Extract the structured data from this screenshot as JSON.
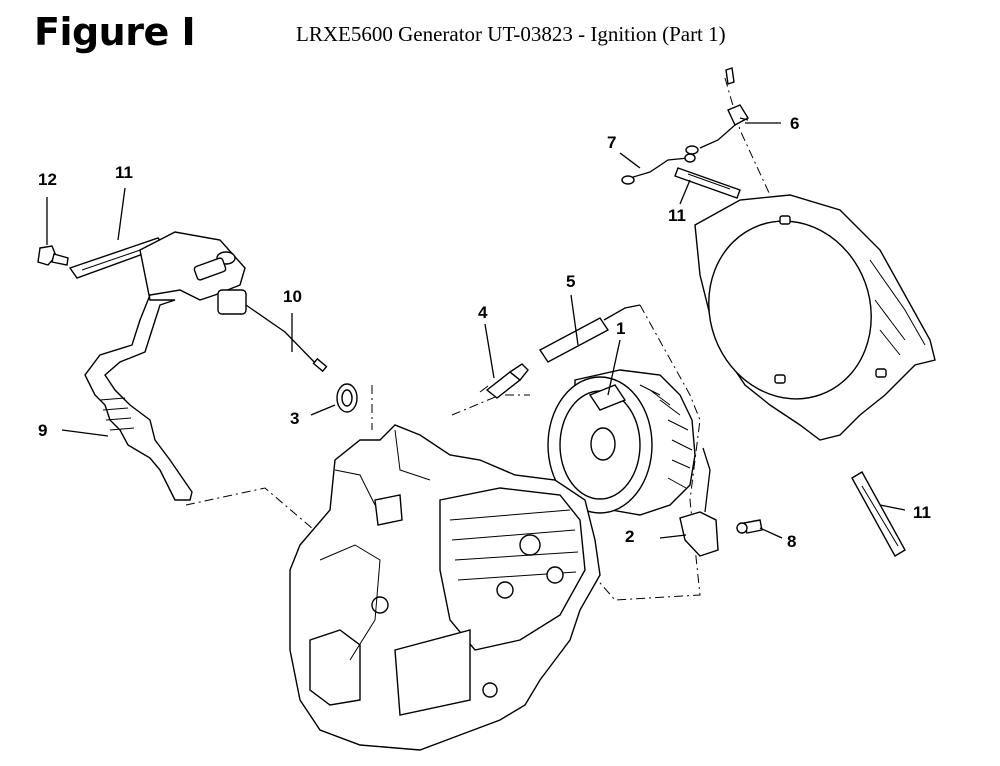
{
  "figure": {
    "label": "Figure I",
    "title": "LRXE5600 Generator UT-03823 - Ignition (Part 1)"
  },
  "callouts": {
    "c1": "1",
    "c2": "2",
    "c3": "3",
    "c4": "4",
    "c5": "5",
    "c6": "6",
    "c7": "7",
    "c8": "8",
    "c9": "9",
    "c10": "10",
    "c11a": "11",
    "c11b": "11",
    "c11c": "11",
    "c12": "12"
  }
}
